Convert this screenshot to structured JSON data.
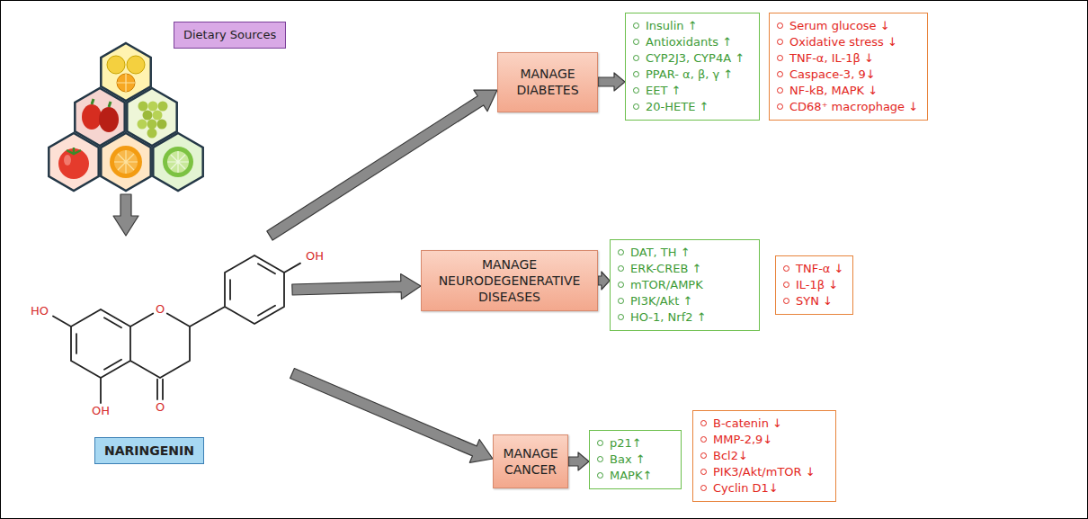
{
  "diagram": {
    "nodes": [
      {
        "text": [
          "Dietary Sources"
        ]
      },
      {
        "text": [
          "NARINGENIN"
        ]
      },
      {
        "text": [
          "MANAGE DIABETES"
        ]
      },
      {
        "text": [
          "Insulin ↑",
          "Antioxidants ↑",
          "CYP2J3, CYP4A ↑",
          "PPAR- α, β, γ ↑",
          "EET ↑",
          "20-HETE ↑"
        ]
      },
      {
        "text": [
          "Serum glucose ↓",
          "Oxidative stress ↓",
          "TNF-α, IL-1β ↓",
          "Caspace-3, 9↓",
          "NF-kB, MAPK ↓",
          "CD68⁺ macrophage ↓"
        ]
      },
      {
        "text": [
          "MANAGE NEURODEGENERATIVE DISEASES"
        ]
      },
      {
        "text": [
          "DAT, TH ↑",
          "ERK-CREB ↑",
          "mTOR/AMPK",
          "PI3K/Akt ↑",
          "HO-1, Nrf2 ↑"
        ]
      },
      {
        "text": [
          "TNF-α ↓",
          "IL-1β ↓",
          "SYN ↓"
        ]
      },
      {
        "text": [
          "MANAGE CANCER"
        ]
      },
      {
        "text": [
          "p21↑",
          "Bax ↑",
          "MAPK↑"
        ]
      },
      {
        "text": [
          "B-catenin ↓",
          "MMP-2,9↓",
          "Bcl2↓",
          "PIK3/Akt/mTOR ↓",
          "Cyclin D1↓"
        ]
      }
    ],
    "edges": [
      {
        "from": 0,
        "to": 1,
        "arrow": "to"
      },
      {
        "from": 1,
        "to": 2,
        "arrow": "to"
      },
      {
        "from": 1,
        "to": 5,
        "arrow": "to"
      },
      {
        "from": 1,
        "to": 8,
        "arrow": "to"
      },
      {
        "from": 2,
        "to": 3,
        "arrow": "to"
      },
      {
        "from": 5,
        "to": 6,
        "arrow": "to"
      },
      {
        "from": 8,
        "to": 9,
        "arrow": "to"
      }
    ],
    "labels": [
      "OH",
      "HO",
      "O",
      "O",
      "OH"
    ]
  }
}
